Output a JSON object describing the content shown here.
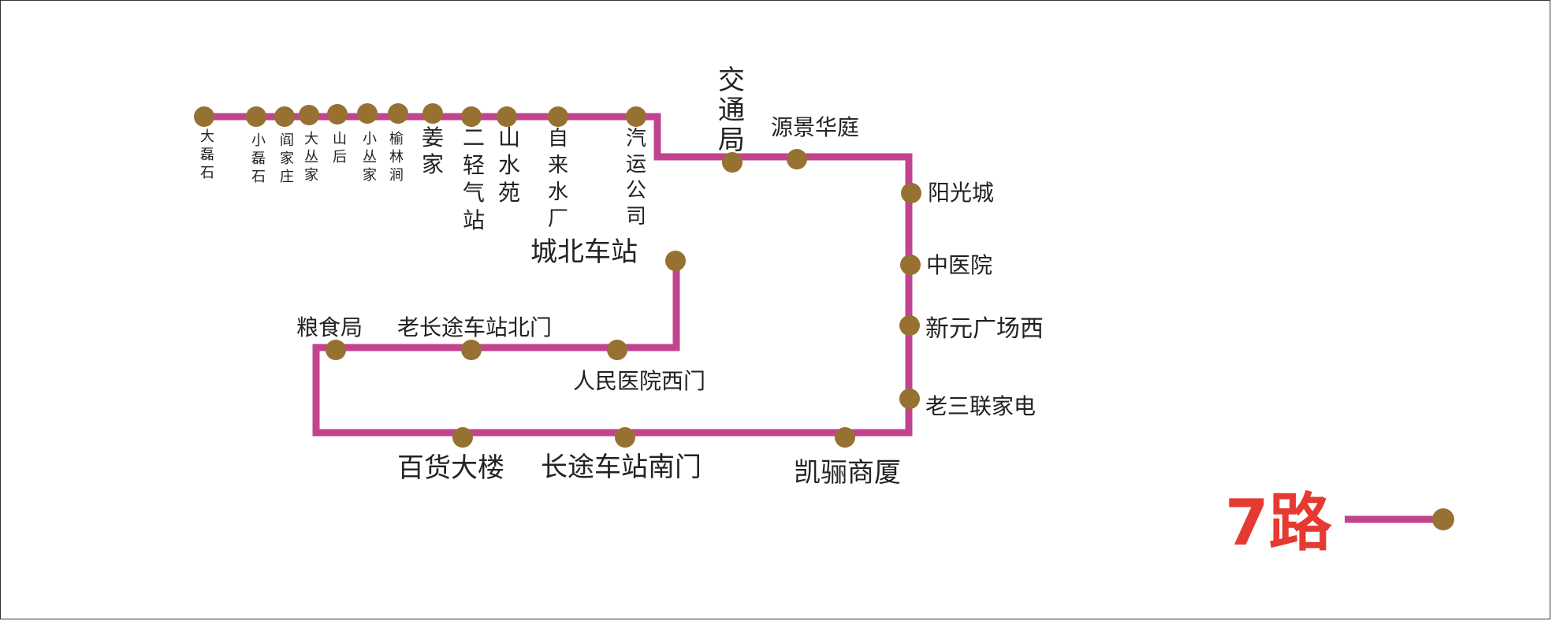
{
  "route": {
    "name": "7路",
    "line_color": "#c2448f",
    "stop_color": "#967132",
    "title_color": "#e53a31"
  },
  "stops": [
    {
      "id": "s01",
      "name": "大磊石"
    },
    {
      "id": "s02",
      "name": "小磊石"
    },
    {
      "id": "s03",
      "name": "阎家庄"
    },
    {
      "id": "s04",
      "name": "大丛家"
    },
    {
      "id": "s05",
      "name": "山后"
    },
    {
      "id": "s06",
      "name": "小丛家"
    },
    {
      "id": "s07",
      "name": "榆林涧"
    },
    {
      "id": "s08",
      "name": "姜家"
    },
    {
      "id": "s09",
      "name": "二轻气站"
    },
    {
      "id": "s10",
      "name": "山水苑"
    },
    {
      "id": "s11",
      "name": "自来水厂"
    },
    {
      "id": "s12",
      "name": "汽运公司"
    },
    {
      "id": "s13",
      "name": "交通局"
    },
    {
      "id": "s14",
      "name": "源景华庭"
    },
    {
      "id": "s15",
      "name": "阳光城"
    },
    {
      "id": "s16",
      "name": "中医院"
    },
    {
      "id": "s17",
      "name": "新元广场西"
    },
    {
      "id": "s18",
      "name": "老三联家电"
    },
    {
      "id": "s19",
      "name": "凯骊商厦"
    },
    {
      "id": "s20",
      "name": "长途车站南门"
    },
    {
      "id": "s21",
      "name": "百货大楼"
    },
    {
      "id": "s22",
      "name": "粮食局"
    },
    {
      "id": "s23",
      "name": "老长途车站北门"
    },
    {
      "id": "s24",
      "name": "人民医院西门"
    },
    {
      "id": "s25",
      "name": "城北车站"
    }
  ]
}
